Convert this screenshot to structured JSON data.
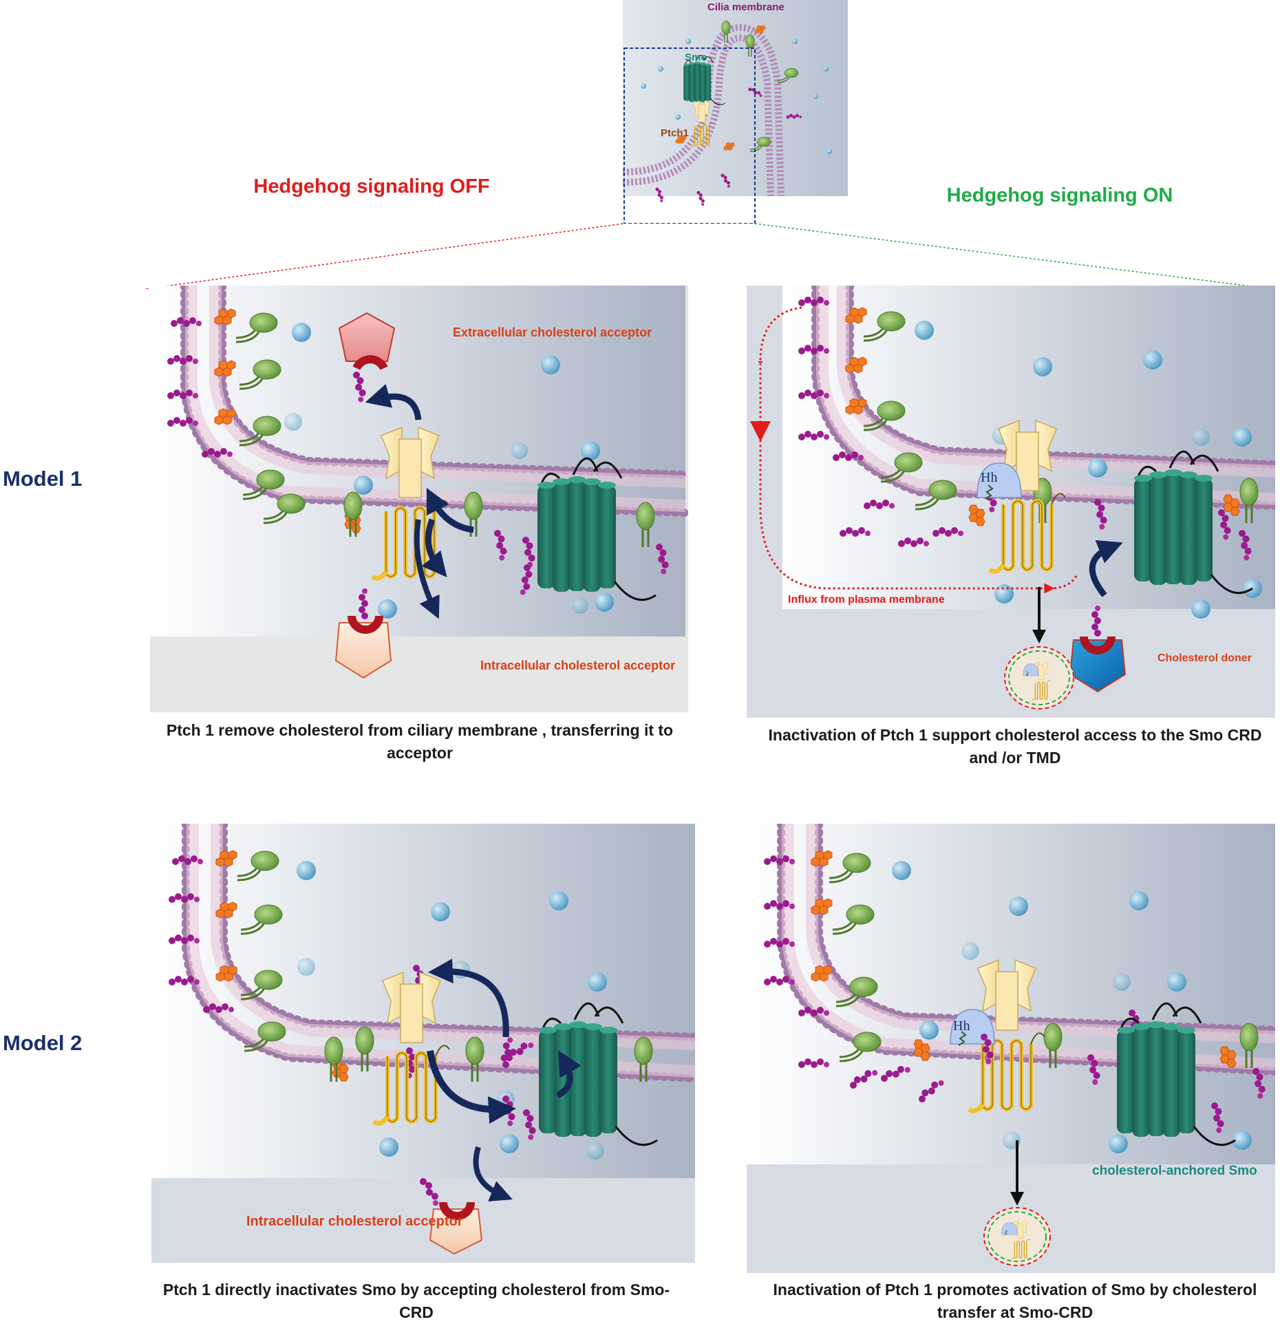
{
  "overview": {
    "cilia_membrane": "Cilia membrane",
    "smo": "Smo",
    "ptch1": "Ptch1"
  },
  "titles": {
    "off": "Hedgehog signaling OFF",
    "on": "Hedgehog signaling ON"
  },
  "models": {
    "model1": "Model 1",
    "model2": "Model 2"
  },
  "panels": {
    "m1_off": {
      "extracellular_acceptor": "Extracellular cholesterol acceptor",
      "intracellular_acceptor": "Intracellular cholesterol acceptor",
      "caption": "Ptch 1 remove cholesterol from ciliary membrane , transferring it to acceptor"
    },
    "m1_on": {
      "hh": "Hh",
      "influx": "Influx from plasma membrane",
      "donor": "Cholesterol doner",
      "caption": "Inactivation of Ptch 1 support cholesterol access to the Smo CRD and /or TMD"
    },
    "m2_off": {
      "intracellular_acceptor": "Intracellular cholesterol acceptor",
      "caption": "Ptch 1 directly inactivates Smo by accepting cholesterol  from Smo-CRD"
    },
    "m2_on": {
      "hh": "Hh",
      "anchored": "cholesterol-anchored Smo",
      "caption": "Inactivation of Ptch 1 promotes activation of Smo by cholesterol transfer at Smo-CRD"
    }
  },
  "colors": {
    "off_title": "#e31b1b",
    "on_title": "#1fab48",
    "model_label": "#1a2f6e",
    "label_red": "#d8401a",
    "label_teal": "#1a8a7a",
    "smo_green": "#1f6b5c",
    "ptch_yellow": "#f2c12e",
    "cholesterol": "#9b1a8e"
  }
}
